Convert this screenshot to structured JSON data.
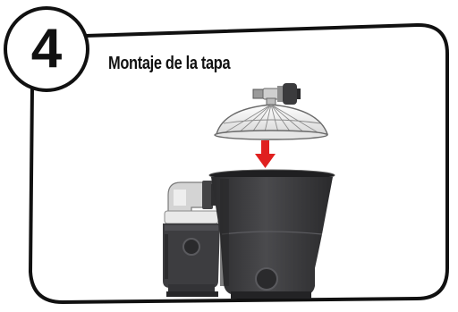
{
  "step": {
    "number": "4",
    "title": "Montaje de la tapa"
  },
  "illustration": {
    "parts": [
      "lid",
      "down-arrow",
      "pump-housing",
      "pump-motor"
    ],
    "colors": {
      "frame": "#111111",
      "arrow": "#e0201f",
      "housing": "#3a3a3c",
      "lid": "#f4f4f4"
    }
  }
}
